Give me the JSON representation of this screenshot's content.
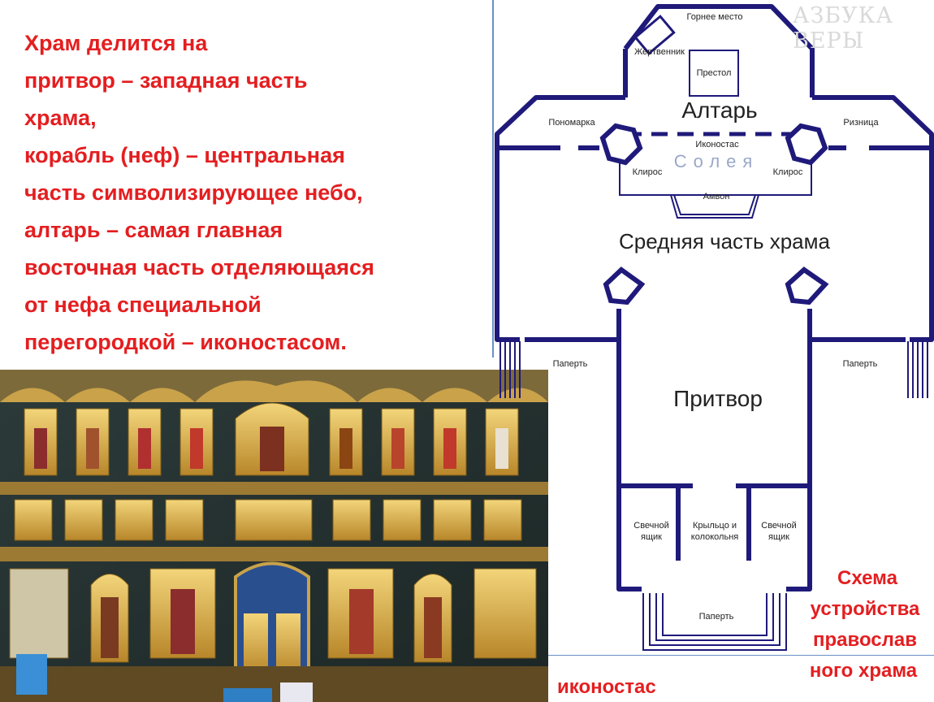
{
  "text": {
    "lines": [
      "Храм делится на",
      "притвор – западная часть",
      "храма,",
      "корабль (неф) – центральная",
      "часть символизирующее небо,",
      "алтарь – самая главная",
      "восточная часть отделяющаяся",
      "от нефа специальной",
      "перегородкой – иконостасом."
    ]
  },
  "plan": {
    "watermark": "АЗБУКА ВЕРЫ",
    "labels": {
      "gornee": "Горнее место",
      "zhertvennik": "Жертвенник",
      "prestol": "Престол",
      "altar": "Алтарь",
      "ponomarka": "Пономарка",
      "riznitsa": "Ризница",
      "ikonostas": "Иконостас",
      "soleya": "Солея",
      "kliros_left": "Клирос",
      "kliros_right": "Клирос",
      "ambon": "Амвон",
      "middle": "Средняя часть храма",
      "paperth_left": "Паперть",
      "paperth_right": "Паперть",
      "pritvor": "Притвор",
      "svech_left": [
        "Свечной",
        "ящик"
      ],
      "krylco": [
        "Крыльцо и",
        "колокольня"
      ],
      "svech_right": [
        "Свечной",
        "ящик"
      ],
      "paperth_bottom": "Паперть"
    },
    "caption": [
      "Схема",
      "устройства",
      "православ",
      "ного храма"
    ]
  },
  "photo": {
    "caption": "иконостас"
  },
  "colors": {
    "accent": "#e41e20",
    "plan_line": "#1f1a7a",
    "frame_line": "#6a8fc7"
  }
}
